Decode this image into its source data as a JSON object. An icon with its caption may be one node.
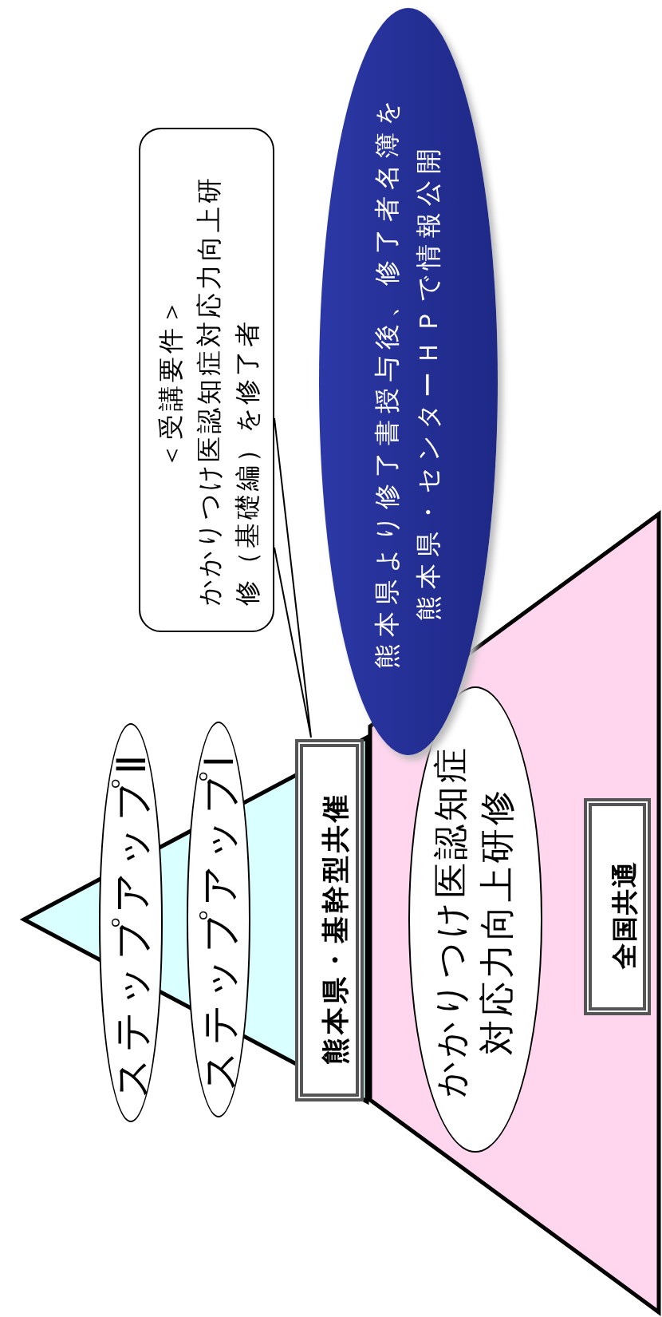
{
  "diagram": {
    "nodes": [
      {
        "text": [
          "熊本県より修了書授与後、修了者名簿を熊本県・センターＨＰで情報公開"
        ]
      },
      {
        "text": [
          "＜受講要件＞",
          "かかりつけ医認知症対応力向上研修（基礎編）を修了者"
        ]
      },
      {
        "text": [],
        "shape": "triangle"
      },
      {
        "text": [
          "ステップアップⅡ"
        ]
      },
      {
        "text": [
          "ステップアップⅠ"
        ]
      },
      {
        "text": [
          "熊本県・基幹型共催"
        ],
        "in": 2
      },
      {
        "text": [],
        "shape": "band"
      },
      {
        "text": [
          "かかりつけ医認知症対応力向上研修"
        ],
        "in": 6
      },
      {
        "text": [
          "全国共通"
        ],
        "in": 6
      }
    ],
    "edges": [
      {
        "from": 1,
        "to": 5,
        "arrow": "none"
      }
    ]
  }
}
